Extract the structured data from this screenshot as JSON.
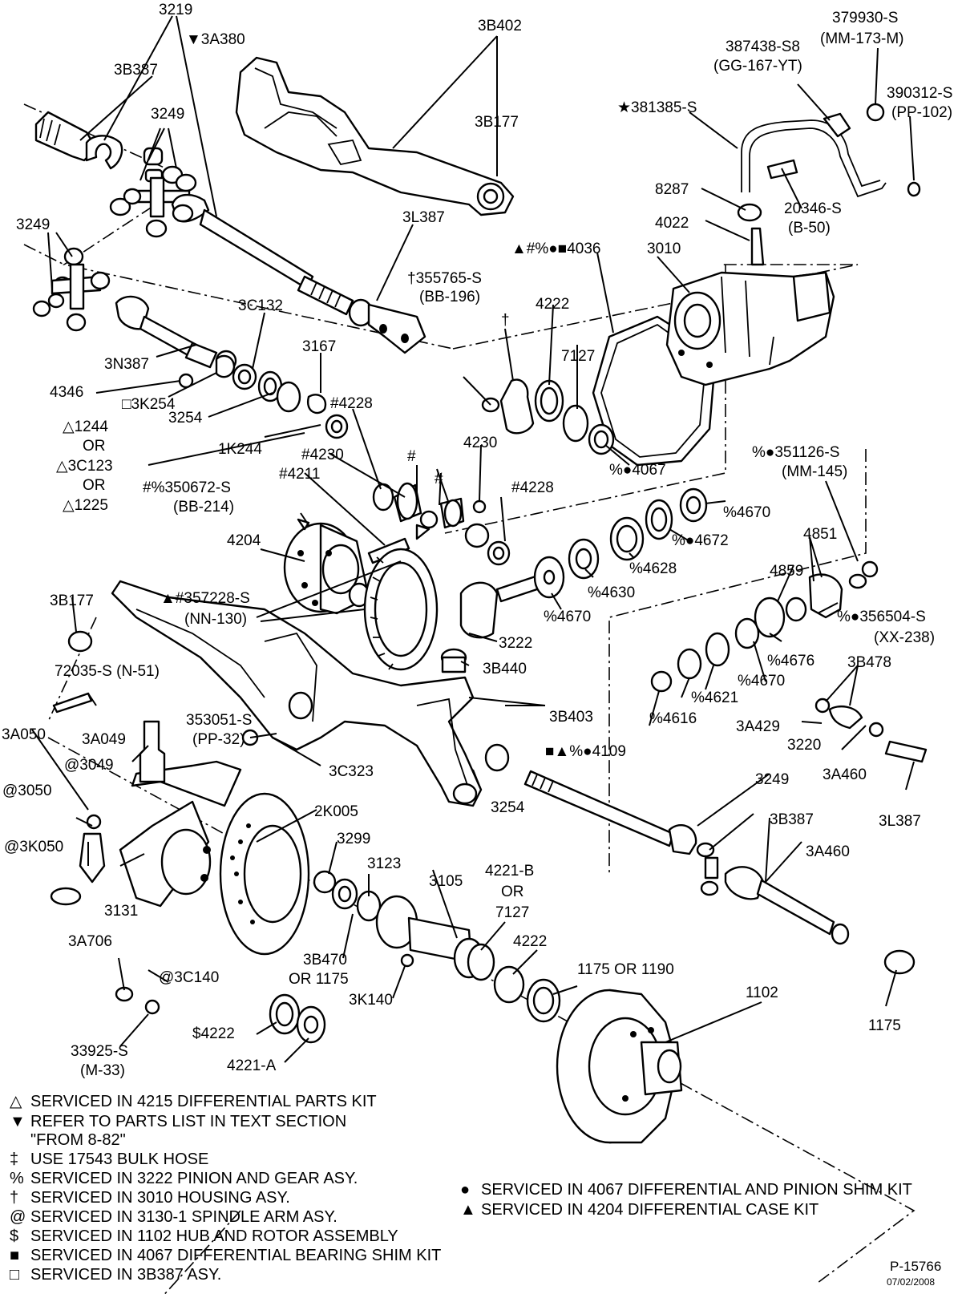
{
  "labels": {
    "l_3219": "3219",
    "l_3a380": "▼3A380",
    "l_3b387_a": "3B387",
    "l_3249_a": "3249",
    "l_3b402": "3B402",
    "l_3b177_a": "3B177",
    "l_3249_b": "3249",
    "l_3l387_a": "3L387",
    "l_355765": "†355765-S",
    "l_bb196": "(BB-196)",
    "l_3c132": "3C132",
    "l_3167": "3167",
    "l_3n387": "3N387",
    "l_4346": "4346",
    "l_3k254": "□3K254",
    "l_3254_a": "3254",
    "l_1244": "△1244",
    "l_or_1": "OR",
    "l_3c123": "△3C123",
    "l_or_2": "OR",
    "l_1225": "△1225",
    "l_1k244": "1K244",
    "l_4228_a": "#4228",
    "l_4230_a": "#4230",
    "l_4211": "#4211",
    "l_350672": "#%350672-S",
    "l_bb214": "(BB-214)",
    "l_4204": "4204",
    "l_hash_1": "#",
    "l_hash_2": "#",
    "l_4230_b": "4230",
    "l_4228_b": "#4228",
    "l_dagger": "†",
    "l_4222_a": "4222",
    "l_7127_a": "7127",
    "l_4067": "%●4067",
    "l_4036": "▲#%●■4036",
    "l_3010": "3010",
    "l_381385": "★381385-S",
    "l_387438": "387438-S8",
    "l_gg167": "(GG-167-YT)",
    "l_379930": "379930-S",
    "l_mm173": "(MM-173-M)",
    "l_390312": "390312-S",
    "l_pp102": "(PP-102)",
    "l_8287": "8287",
    "l_4022": "4022",
    "l_20346": "20346-S",
    "l_b50": "(B-50)",
    "l_351126": "%●351126-S",
    "l_mm145": "(MM-145)",
    "l_4670_a": "%4670",
    "l_4672": "%●4672",
    "l_4628": "%4628",
    "l_4630": "%4630",
    "l_4670_b": "%4670",
    "l_4851": "4851",
    "l_4859": "4859",
    "l_356504": "%●356504-S",
    "l_xx238": "(XX-238)",
    "l_4676": "%4676",
    "l_4670_c": "%4670",
    "l_4621": "%4621",
    "l_4616": "%4616",
    "l_3b478": "3B478",
    "l_3a429": "3A429",
    "l_4109": "■▲%●4109",
    "l_3a460_a": "3A460",
    "l_3l387_b": "3L387",
    "l_3b177_b": "3B177",
    "l_357228": "▲#357228-S",
    "l_nn130": "(NN-130)",
    "l_3222": "3222",
    "l_3b440": "3B440",
    "l_72035": "72035-S (N-51)",
    "l_3b403": "3B403",
    "l_3a050": "3A050",
    "l_3a049": "3A049",
    "l_353051": "353051-S",
    "l_pp32": "(PP-32)",
    "l_3049": "@3049",
    "l_3c323": "3C323",
    "l_3254_b": "3254",
    "l_3050": "@3050",
    "l_3k050": "@3K050",
    "l_2k005": "2K005",
    "l_3299": "3299",
    "l_3123": "3123",
    "l_3105": "3105",
    "l_4221b": "4221-B",
    "l_or_3": "OR",
    "l_7127_b": "7127",
    "l_3220": "3220",
    "l_3249_c": "3249",
    "l_3b387_b": "3B387",
    "l_3a460_b": "3A460",
    "l_3131": "3131",
    "l_3a706": "3A706",
    "l_3c140": "@3C140",
    "l_3b470": "3B470",
    "l_or1175": "OR 1175",
    "l_3k140": "3K140",
    "l_4222_b": "4222",
    "l_1175or1190": "1175 OR 1190",
    "l_1102": "1102",
    "l_1175": "1175",
    "l_4222_c": "$4222",
    "l_4221a": "4221-A",
    "l_33925": "33925-S",
    "l_m33": "(M-33)"
  },
  "legend": {
    "left": [
      {
        "symbol": "△",
        "text": "SERVICED IN 4215 DIFFERENTIAL PARTS KIT"
      },
      {
        "symbol": "▼",
        "text": "REFER TO PARTS LIST IN TEXT SECTION"
      },
      {
        "symbol": "",
        "text": "\"FROM 8-82\""
      },
      {
        "symbol": "‡",
        "text": "USE 17543 BULK HOSE"
      },
      {
        "symbol": "%",
        "text": "SERVICED IN 3222 PINION AND GEAR ASY."
      },
      {
        "symbol": "†",
        "text": "SERVICED IN 3010 HOUSING ASY."
      },
      {
        "symbol": "@",
        "text": "SERVICED IN 3130-1 SPINDLE ARM ASY."
      },
      {
        "symbol": "$",
        "text": "SERVICED IN 1102 HUB AND ROTOR ASSEMBLY"
      },
      {
        "symbol": "■",
        "text": "SERVICED IN 4067 DIFFERENTIAL BEARING SHIM KIT"
      },
      {
        "symbol": "□",
        "text": "SERVICED IN 3B387 ASY."
      }
    ],
    "right": [
      {
        "symbol": "●",
        "text": "SERVICED IN 4067 DIFFERENTIAL AND PINION SHIM KIT"
      },
      {
        "symbol": "▲",
        "text": "SERVICED IN 4204 DIFFERENTIAL CASE KIT"
      }
    ]
  },
  "footer": {
    "doc_number": "P-15766",
    "date": "07/02/2008"
  }
}
